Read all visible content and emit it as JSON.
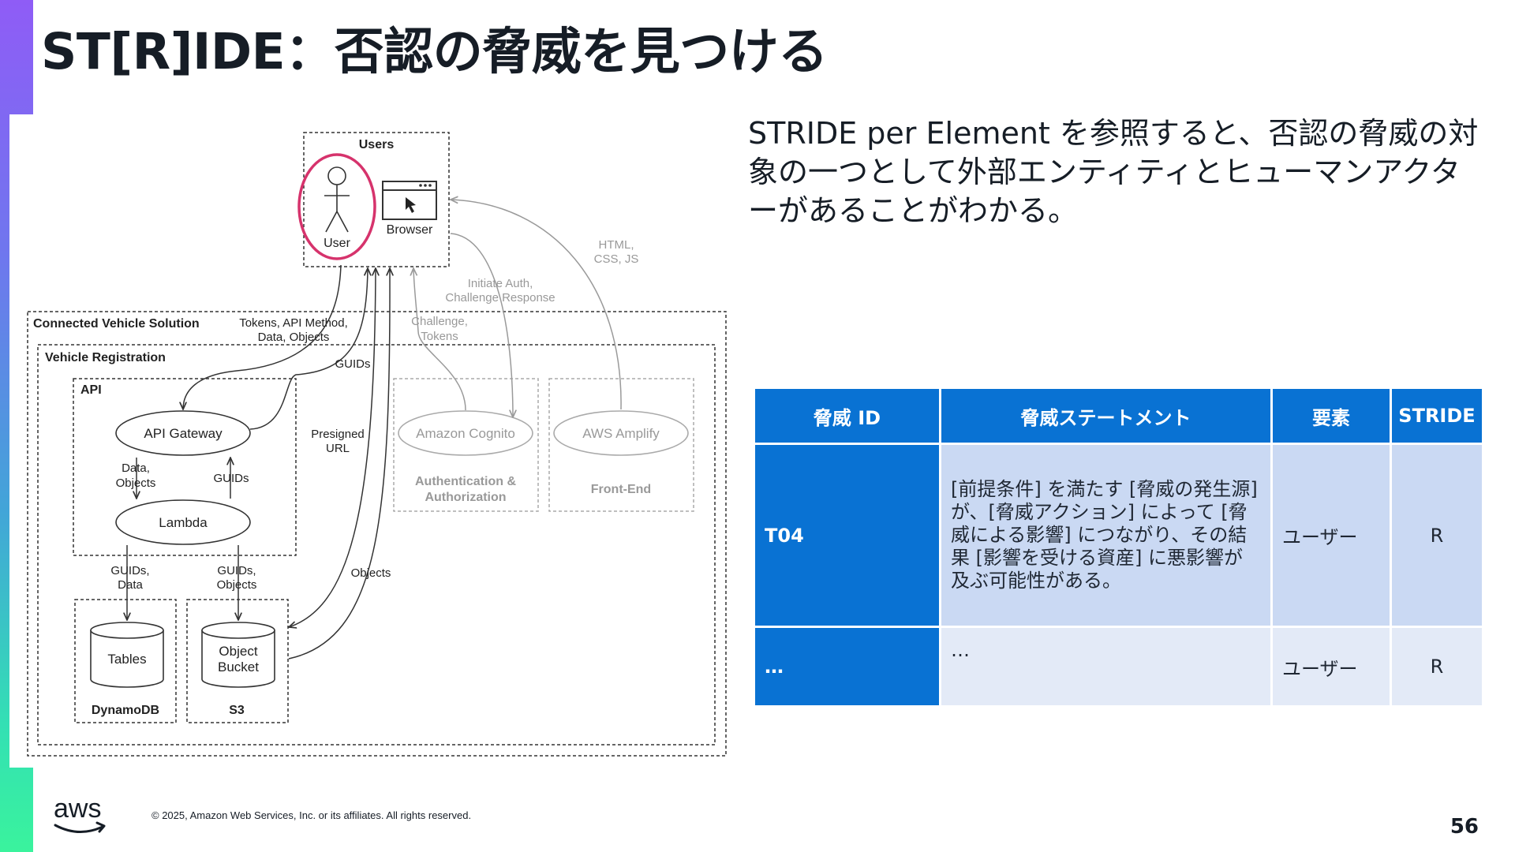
{
  "slide": {
    "title": "ST[R]IDE：否認の脅威を見つける",
    "description": "STRIDE per Element を参照すると、否認の脅威の対象の一つとして外部エンティティとヒューマンアクターがあることがわかる。",
    "page_number": "56",
    "copyright": "© 2025, Amazon Web Services, Inc. or its affiliates. All rights reserved.",
    "logo_text": "aws"
  },
  "colors": {
    "table_header": "#0972d3",
    "row_main": "#cad9f3",
    "row_more": "#e3eaf7",
    "highlight_circle": "#d6336c"
  },
  "diagram": {
    "users_group": "Users",
    "user_label": "User",
    "browser_label": "Browser",
    "connected_vehicle": "Connected Vehicle Solution",
    "tokens_label_1": "Tokens, API Method,",
    "tokens_label_2": "Data, Objects",
    "vehicle_registration": "Vehicle Registration",
    "api_group": "API",
    "api_gateway": "API Gateway",
    "lambda": "Lambda",
    "data_objects_1": "Data,",
    "data_objects_2": "Objects",
    "guids_gw": "GUIDs",
    "guids_top": "GUIDs",
    "presigned_1": "Presigned",
    "presigned_2": "URL",
    "guids_data_1": "GUIDs,",
    "guids_data_2": "Data",
    "guids_objects_1": "GUIDs,",
    "guids_objects_2": "Objects",
    "objects_label": "Objects",
    "tables": "Tables",
    "dynamodb": "DynamoDB",
    "object_bucket_1": "Object",
    "object_bucket_2": "Bucket",
    "s3": "S3",
    "amazon_cognito": "Amazon Cognito",
    "auth_1": "Authentication &",
    "auth_2": "Authorization",
    "aws_amplify": "AWS Amplify",
    "front_end": "Front-End",
    "html_css_1": "HTML,",
    "html_css_2": "CSS, JS",
    "initiate_1": "Initiate Auth,",
    "initiate_2": "Challenge Response",
    "challenge_1": "Challenge,",
    "challenge_2": "Tokens"
  },
  "table": {
    "headers": [
      "脅威 ID",
      "脅威ステートメント",
      "要素",
      "STRIDE"
    ],
    "rows": [
      {
        "id": "T04",
        "statement": "[前提条件] を満たす [脅威の発生源] が、[脅威アクション] によって [脅威による影響] につながり、その結果 [影響を受ける資産] に悪影響が及ぶ可能性がある。",
        "element": "ユーザー",
        "stride": "R"
      },
      {
        "id": "…",
        "statement": "…",
        "element": "ユーザー",
        "stride": "R"
      }
    ]
  }
}
